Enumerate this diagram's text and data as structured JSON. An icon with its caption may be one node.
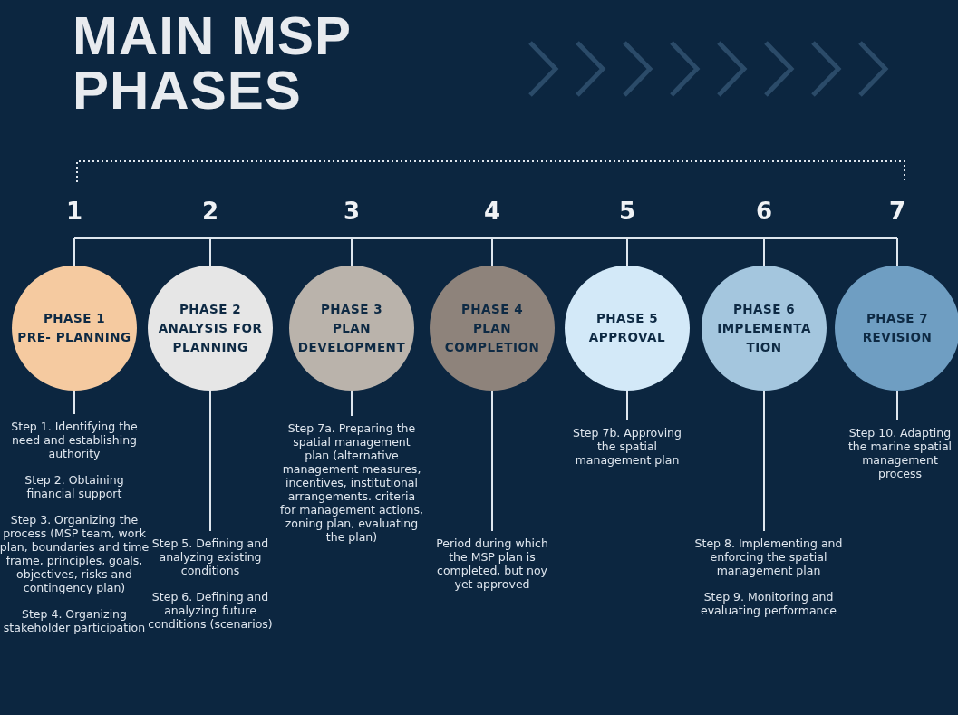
{
  "diagram": {
    "title": "MAIN MSP PHASES",
    "labels": [
      "1",
      "2",
      "3",
      "4",
      "5",
      "6",
      "7"
    ],
    "nodes": [
      {
        "text": [
          "PHASE 1",
          "PRE- PLANNING"
        ]
      },
      {
        "text": [
          "PHASE 2",
          "ANALYSIS FOR PLANNING"
        ]
      },
      {
        "text": [
          "PHASE 3",
          "PLAN DEVELOPMENT"
        ]
      },
      {
        "text": [
          "PHASE 4",
          "PLAN COMPLETION"
        ]
      },
      {
        "text": [
          "PHASE 5",
          "APPROVAL"
        ]
      },
      {
        "text": [
          "PHASE 6",
          "IMPLEMENTA TION"
        ]
      },
      {
        "text": [
          "PHASE 7",
          "REVISION"
        ]
      },
      {
        "text": [
          "Step 1. Identifying the need and establishing authority",
          "Step 2. Obtaining financial support",
          "Step 3. Organizing the process (MSP team, work plan, boundaries and time frame, principles, goals, objectives, risks and contingency plan)",
          "Step 4. Organizing stakeholder participation"
        ]
      },
      {
        "text": [
          "Step 5. Defining and analyzing existing conditions",
          "Step 6. Defining and analyzing future conditions (scenarios)"
        ]
      },
      {
        "text": [
          "Step 7a. Preparing the spatial management plan (alternative management measures, incentives, institutional arrangements. criteria for management actions, zoning plan, evaluating the plan)"
        ]
      },
      {
        "text": [
          "Period during which the MSP plan is completed, but noy yet approved"
        ]
      },
      {
        "text": [
          "Step 7b. Approving the spatial management plan"
        ]
      },
      {
        "text": [
          "Step 8. Implementing and enforcing the spatial management plan",
          "Step 9. Monitoring and evaluating performance"
        ]
      },
      {
        "text": [
          "Step 10. Adapting the marine spatial management process"
        ]
      }
    ],
    "edges": [
      {
        "from": 0,
        "to": 7,
        "arrow": "none"
      },
      {
        "from": 1,
        "to": 8,
        "arrow": "none"
      },
      {
        "from": 2,
        "to": 9,
        "arrow": "none"
      },
      {
        "from": 3,
        "to": 10,
        "arrow": "none"
      },
      {
        "from": 4,
        "to": 11,
        "arrow": "none"
      },
      {
        "from": 5,
        "to": 12,
        "arrow": "none"
      },
      {
        "from": 6,
        "to": 13,
        "arrow": "none"
      }
    ]
  }
}
